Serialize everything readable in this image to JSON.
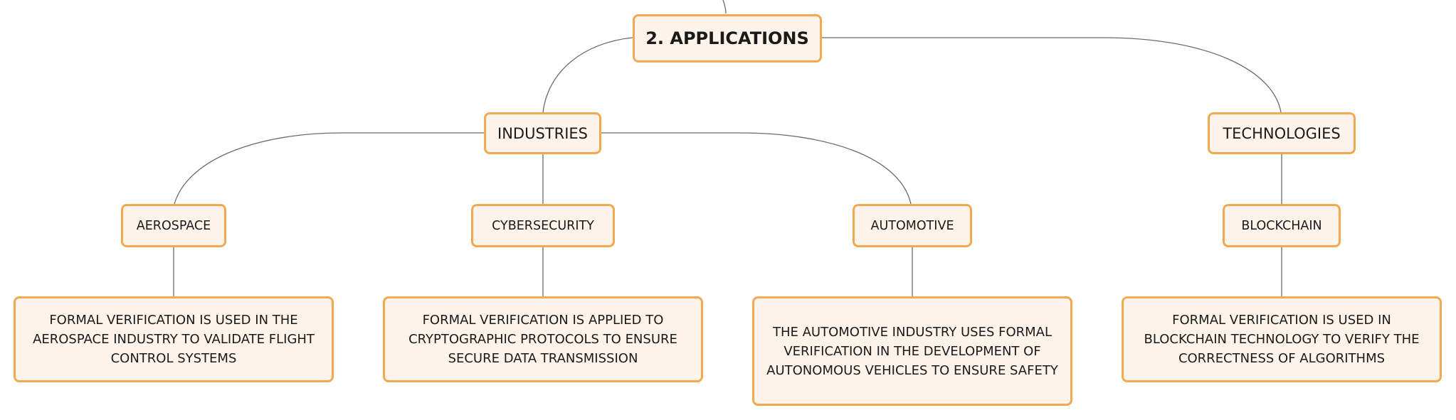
{
  "diagram": {
    "root": {
      "label": "2. APPLICATIONS"
    },
    "industries": {
      "label": "INDUSTRIES"
    },
    "technologies": {
      "label": "TECHNOLOGIES"
    },
    "aerospace": {
      "label": "AEROSPACE",
      "detail": "FORMAL VERIFICATION IS USED IN THE AEROSPACE INDUSTRY TO VALIDATE FLIGHT CONTROL SYSTEMS"
    },
    "cybersecurity": {
      "label": "CYBERSECURITY",
      "detail": "FORMAL VERIFICATION IS APPLIED TO CRYPTOGRAPHIC PROTOCOLS TO ENSURE SECURE DATA TRANSMISSION"
    },
    "automotive": {
      "label": "AUTOMOTIVE",
      "detail": "THE AUTOMOTIVE INDUSTRY USES FORMAL VERIFICATION IN THE DEVELOPMENT OF AUTONOMOUS VEHICLES TO ENSURE SAFETY"
    },
    "blockchain": {
      "label": "BLOCKCHAIN",
      "detail": "FORMAL VERIFICATION IS USED IN BLOCKCHAIN TECHNOLOGY TO VERIFY THE CORRECTNESS OF ALGORITHMS"
    }
  },
  "colors": {
    "node_fill": "#fdf3ea",
    "node_border": "#f2aa50",
    "connector": "#6b6b6b"
  }
}
